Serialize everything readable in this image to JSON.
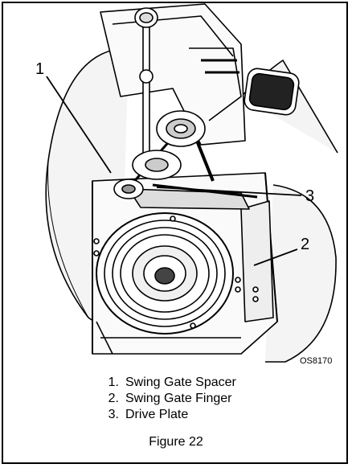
{
  "callouts": [
    {
      "number": "1",
      "part": "Swing Gate Spacer"
    },
    {
      "number": "2",
      "part": "Swing Gate Finger"
    },
    {
      "number": "3",
      "part": "Drive Plate"
    }
  ],
  "illustration_code": "OS8170",
  "legend": [
    {
      "num": "1.",
      "label": "Swing Gate Spacer"
    },
    {
      "num": "2.",
      "label": "Swing Gate Finger"
    },
    {
      "num": "3.",
      "label": "Drive Plate"
    }
  ],
  "figure_caption": "Figure 22"
}
